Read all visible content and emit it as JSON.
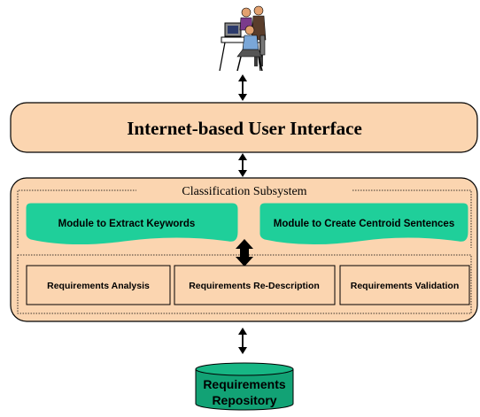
{
  "title": "",
  "user_interface": {
    "label": "Internet-based  User Interface"
  },
  "classification_subsystem": {
    "label": "Classification Subsystem",
    "modules": [
      {
        "label": "Module to Extract Keywords"
      },
      {
        "label": "Module to Create Centroid Sentences"
      }
    ],
    "functions": [
      {
        "label": "Requirements Analysis"
      },
      {
        "label": "Requirements Re-Description"
      },
      {
        "label": "Requirements Validation"
      }
    ]
  },
  "repository": {
    "line1": "Requirements",
    "line2": "Repository"
  },
  "colors": {
    "peach": "#fbd5b0",
    "green": "#1fcf9a",
    "repo_green": "#12a275",
    "stroke": "#000000"
  },
  "icons": {
    "users": "people-at-computer-icon"
  }
}
